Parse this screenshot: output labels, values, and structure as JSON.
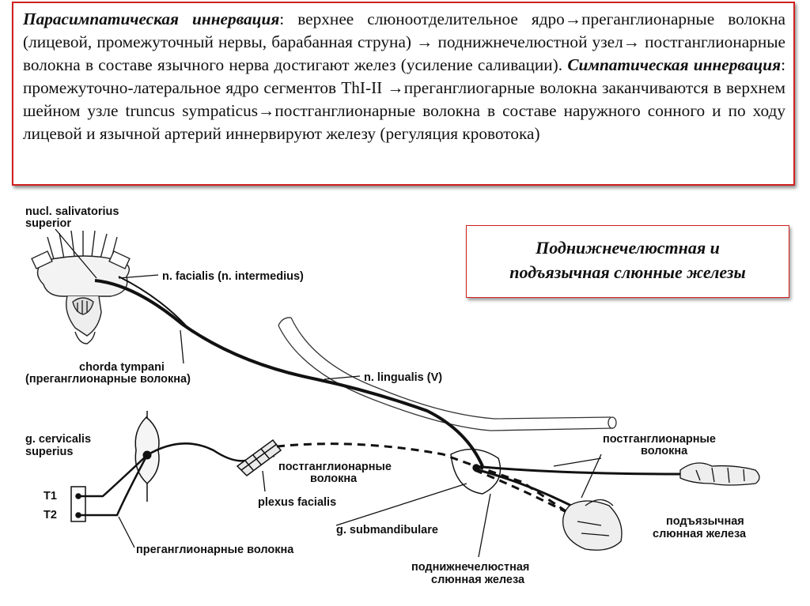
{
  "text": {
    "para_title": "Парасимпатическая иннервация",
    "para_body": ":  верхнее слюноотделительное ядро→преганглионар­ные волокна (лицевой, промежуточный нервы, барабанная струна) → поднижнечелюст­ной узел→ постганглионарные волокна в составе язычного нерва достигают желез (усиление саливации). ",
    "symp_title": "Симпатическая иннервация",
    "symp_body": ": промежуточно-латеральное  ядро сегментов ThI-II →преганглиогарные   волокна   заканчиваются в верхнем шейном узле truncus sympaticus→постганглионарные волокна в составе наружного сонного и по ходу  лицевой  и  язычной  артерий  иннервируют  железу  (регуляция  кровотока)"
  },
  "title_box": {
    "line1": "Поднижнечелюстная и",
    "line2": "подъязычная слюнные железы"
  },
  "labels": {
    "nucl": "nucl. salivatorius",
    "superior": "superior",
    "facialis": "n. facialis (n. intermedius)",
    "chorda": "chorda tympani",
    "chorda_note": "(преганглионарные волокна)",
    "lingualis": "n. lingualis (V)",
    "cervicalis": "g. cervicalis",
    "superius": "superius",
    "postgang_mid": "постганглионарные",
    "postgang_mid2": "волокна",
    "plexus": "plexus facialis",
    "submandibulare": "g. submandibulare",
    "pregang_bottom": "преганглионарные волокна",
    "t1": "T1",
    "t2": "T2",
    "postgang_right": "постганглионарные",
    "postgang_right2": "волокна",
    "sublingual": "подъязычная",
    "sublingual2": "слюнная железа",
    "submandibular": "поднижнечелюстная",
    "submandibular2": "слюнная железа"
  }
}
